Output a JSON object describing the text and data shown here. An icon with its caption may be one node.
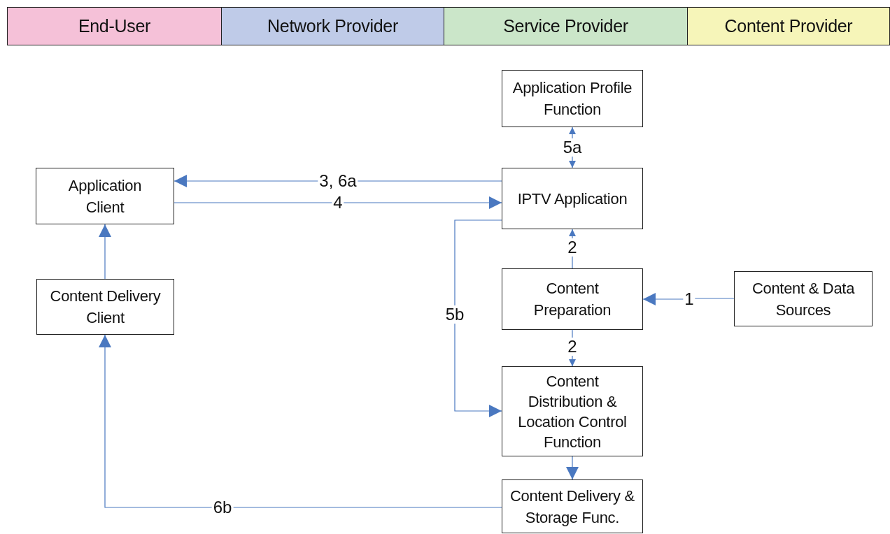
{
  "diagram": {
    "nodes": [
      {
        "text": [
          "End-User"
        ]
      },
      {
        "text": [
          "Network Provider"
        ]
      },
      {
        "text": [
          "Service Provider"
        ]
      },
      {
        "text": [
          "Content Provider"
        ]
      },
      {
        "text": [
          "Application Profile Function"
        ]
      },
      {
        "text": [
          "Application Client"
        ]
      },
      {
        "text": [
          "IPTV Application"
        ]
      },
      {
        "text": [
          "Content Preparation"
        ]
      },
      {
        "text": [
          "Content & Data Sources"
        ]
      },
      {
        "text": [
          "Content Delivery Client"
        ]
      },
      {
        "text": [
          "Content Distribution & Location Control Function"
        ]
      },
      {
        "text": [
          "Content Delivery & Storage Func."
        ]
      }
    ],
    "edges": [
      {
        "from": 6,
        "to": 4,
        "arrow": "both",
        "label": "5a"
      },
      {
        "from": 6,
        "to": 5,
        "arrow": "to",
        "label": "3, 6a"
      },
      {
        "from": 5,
        "to": 6,
        "arrow": "to",
        "label": "4"
      },
      {
        "from": 8,
        "to": 7,
        "arrow": "to",
        "label": "1"
      },
      {
        "from": 7,
        "to": 6,
        "arrow": "to",
        "label": "2"
      },
      {
        "from": 7,
        "to": 10,
        "arrow": "to",
        "label": "2"
      },
      {
        "from": 6,
        "to": 10,
        "arrow": "to",
        "label": "5b"
      },
      {
        "from": 10,
        "to": 11,
        "arrow": "to"
      },
      {
        "from": 11,
        "to": 9,
        "arrow": "to",
        "label": "6b"
      },
      {
        "from": 9,
        "to": 5,
        "arrow": "to"
      }
    ]
  }
}
